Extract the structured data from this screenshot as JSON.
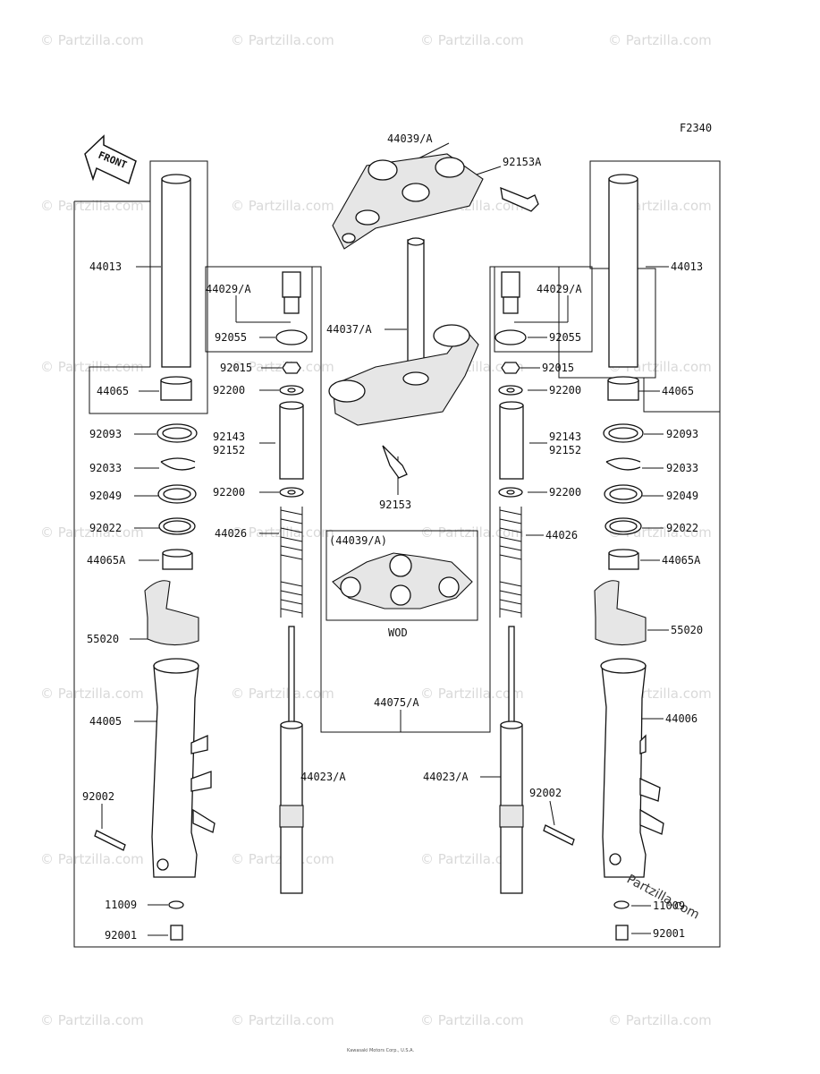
{
  "figure_code": "F2340",
  "front_label": "FRONT",
  "watermark": "© Partzilla.com",
  "stamp": "Partzilla.com",
  "copyright": "Kawasaki Motors Corp., U.S.A.",
  "labels": {
    "l_44039A": "44039/A",
    "l_92153A": "92153A",
    "l_44013L": "44013",
    "l_44013R": "44013",
    "l_44029AL": "44029/A",
    "l_44029AR": "44029/A",
    "l_92055L": "92055",
    "l_92055R": "92055",
    "l_44037A": "44037/A",
    "l_92015L": "92015",
    "l_92015R": "92015",
    "l_44065L": "44065",
    "l_44065R": "44065",
    "l_92200aL": "92200",
    "l_92200aR": "92200",
    "l_92093L": "92093",
    "l_92093R": "92093",
    "l_92143L": "92143",
    "l_92152L": "92152",
    "l_92143R": "92143",
    "l_92152R": "92152",
    "l_92033L": "92033",
    "l_92033R": "92033",
    "l_92153": "92153",
    "l_92049L": "92049",
    "l_92049R": "92049",
    "l_92200bL": "92200",
    "l_92200bR": "92200",
    "l_92022L": "92022",
    "l_92022R": "92022",
    "l_44026L": "44026",
    "l_44026R": "44026",
    "l_44039Abox": "(44039/A)",
    "l_44065AL": "44065A",
    "l_44065AR": "44065A",
    "l_55020L": "55020",
    "l_55020R": "55020",
    "l_WOD": "WOD",
    "l_44075A": "44075/A",
    "l_44005": "44005",
    "l_44006": "44006",
    "l_44023AL": "44023/A",
    "l_44023AR": "44023/A",
    "l_92002L": "92002",
    "l_92002R": "92002",
    "l_11009L": "11009",
    "l_11009R": "11009",
    "l_92001L": "92001",
    "l_92001R": "92001"
  }
}
